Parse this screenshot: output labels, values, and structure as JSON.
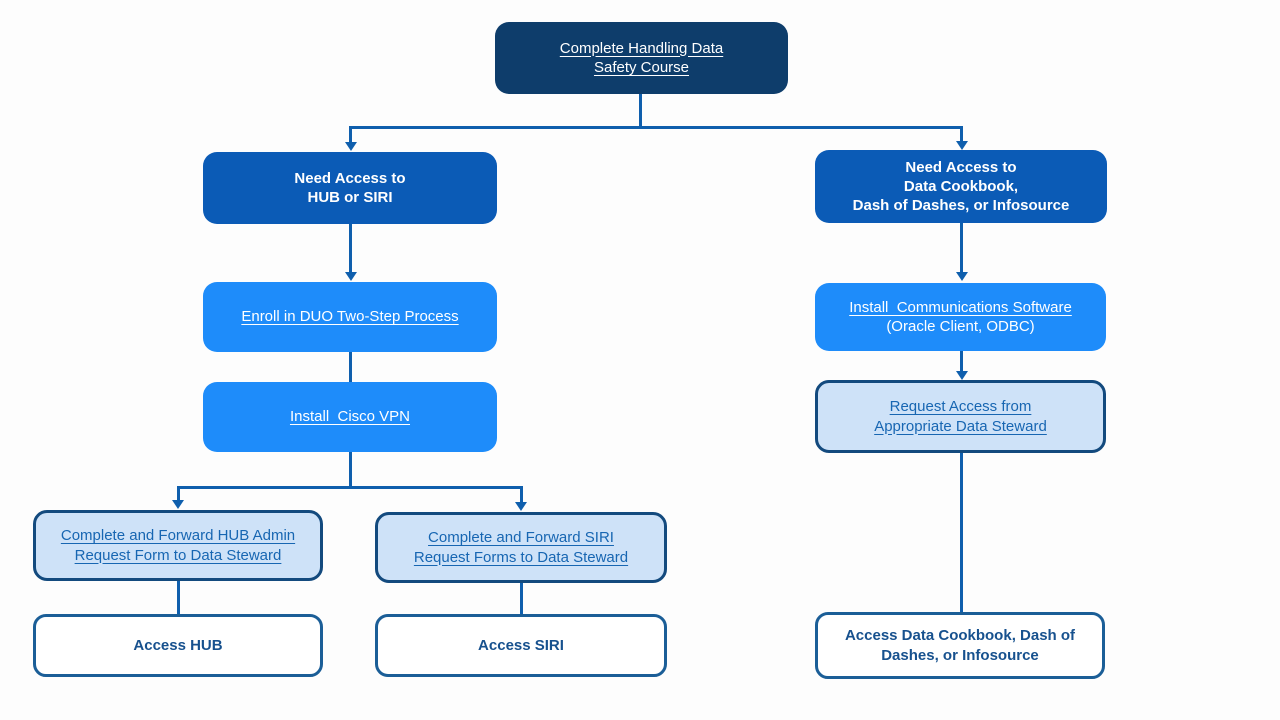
{
  "colors": {
    "navy": "#0E3D6B",
    "blue": "#0B5BB6",
    "brightBlue": "#1E8CFA",
    "lightFill": "#CEE2F8",
    "lightBorder": "#134A7E",
    "outlineBorder": "#1B5E97",
    "line": "#0F5FAD",
    "linkDark": "#1766B2",
    "boldDark": "#17518E"
  },
  "nodes": {
    "complete_course": {
      "lines": [
        "Complete Handling Data",
        "Safety Course"
      ]
    },
    "need_hub_siri": {
      "lines": [
        "Need Access to",
        "HUB or SIRI"
      ]
    },
    "need_cookbook": {
      "lines": [
        "Need Access to",
        "Data Cookbook,",
        "Dash of Dashes, or Infosource"
      ]
    },
    "enroll_duo": {
      "lines": [
        "Enroll in DUO Two-Step Process"
      ]
    },
    "install_vpn": {
      "lines": [
        "Install  Cisco VPN"
      ]
    },
    "install_comm": {
      "lines": [
        "Install  Communications Software",
        "(Oracle Client, ODBC)"
      ]
    },
    "request_access": {
      "lines": [
        "Request Access from",
        "Appropriate Data Steward"
      ]
    },
    "hub_admin_form": {
      "lines": [
        "Complete and Forward HUB Admin",
        "Request Form to Data Steward"
      ]
    },
    "siri_form": {
      "lines": [
        "Complete and Forward SIRI",
        "Request Forms to Data Steward"
      ]
    },
    "access_hub": {
      "lines": [
        "Access HUB"
      ]
    },
    "access_siri": {
      "lines": [
        "Access SIRI"
      ]
    },
    "access_cookbook": {
      "lines": [
        "Access Data Cookbook, Dash of",
        "Dashes, or Infosource"
      ]
    }
  }
}
